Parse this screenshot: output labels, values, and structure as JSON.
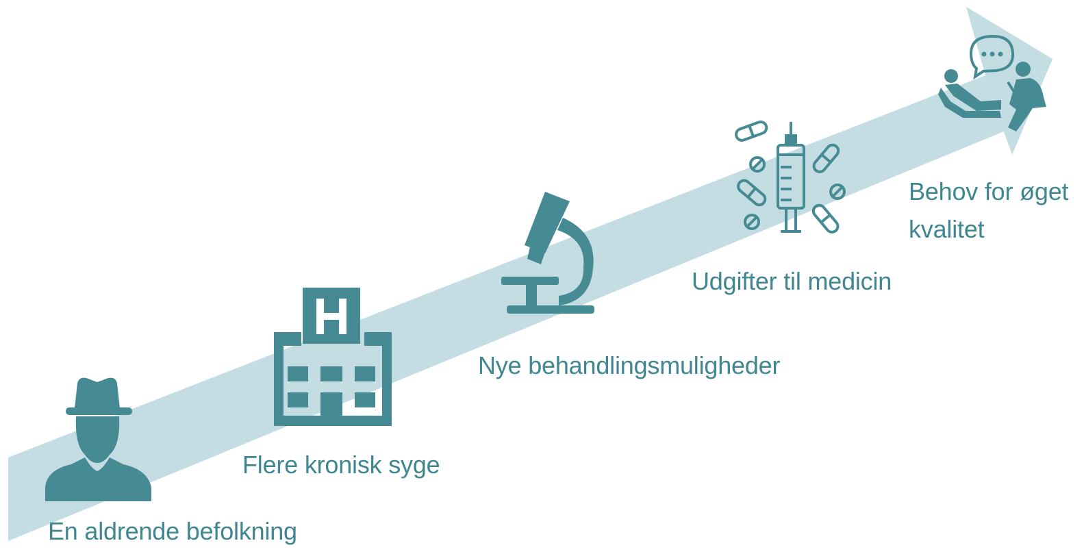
{
  "colors": {
    "arrow": "#c4dde2",
    "icon": "#468b93",
    "text": "#3f8690",
    "background": "#ffffff"
  },
  "steps": [
    {
      "label": "En aldrende befolkning",
      "icon": "elderly-person-icon"
    },
    {
      "label": "Flere kronisk syge",
      "icon": "hospital-icon"
    },
    {
      "label": "Nye behandlingsmuligheder",
      "icon": "microscope-icon"
    },
    {
      "label": "Udgifter til medicin",
      "icon": "syringe-pills-icon"
    },
    {
      "label": "Behov for øget\nkvalitet",
      "icon": "patient-consultation-icon"
    }
  ]
}
